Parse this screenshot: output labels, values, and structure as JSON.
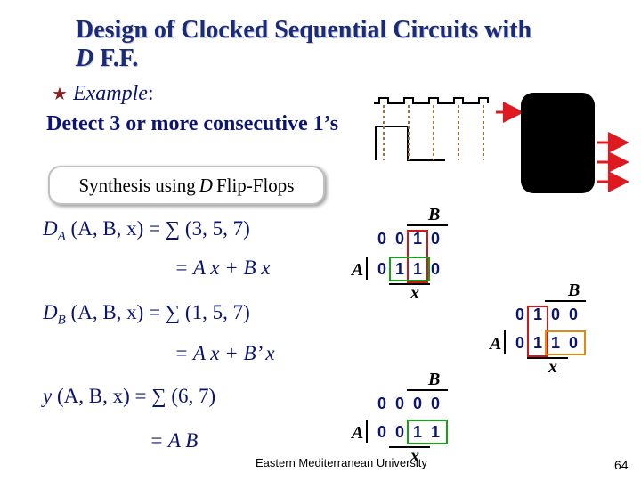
{
  "title": {
    "line1": "Design of Clocked Sequential Circuits with",
    "line2_var": "D",
    "line2_rest": " F.F."
  },
  "example": {
    "star": "★",
    "label": "Example",
    "colon": ":"
  },
  "detect_text": "Detect 3 or more consecutive 1’s",
  "synthesis": {
    "prefix": "Synthesis using",
    "var": "D",
    "suffix": "Flip-Flops"
  },
  "equations": {
    "da_var": "D",
    "da_sub": "A",
    "da_rest": " (A, B, x) = ∑ (3, 5, 7)",
    "da_simpl": "= A x + B x",
    "db_var": "D",
    "db_sub": "B",
    "db_rest": " (A, B, x) = ∑ (1, 5, 7)",
    "db_simpl": "= A x + B’ x",
    "y_var": "y",
    "y_rest": " (A, B, x) = ∑ (6, 7)",
    "y_simpl": "= A B"
  },
  "kmaps": {
    "label_b": "B",
    "label_a": "A",
    "label_x": "x",
    "da": {
      "row0": [
        "0",
        "0",
        "1",
        "0"
      ],
      "row1": [
        "0",
        "1",
        "1",
        "0"
      ]
    },
    "db": {
      "row0": [
        "0",
        "1",
        "0",
        "0"
      ],
      "row1": [
        "0",
        "1",
        "1",
        "0"
      ]
    },
    "y": {
      "row0": [
        "0",
        "0",
        "0",
        "0"
      ],
      "row1": [
        "0",
        "0",
        "1",
        "1"
      ]
    }
  },
  "colors": {
    "title": "#1a2b7a",
    "text": "#0b1470",
    "group_red": "#d01818",
    "group_green": "#18a018",
    "group_orange": "#e08a10",
    "arrow": "#e01820"
  },
  "footer": {
    "university": "Eastern Mediterranean University",
    "page": "64"
  }
}
